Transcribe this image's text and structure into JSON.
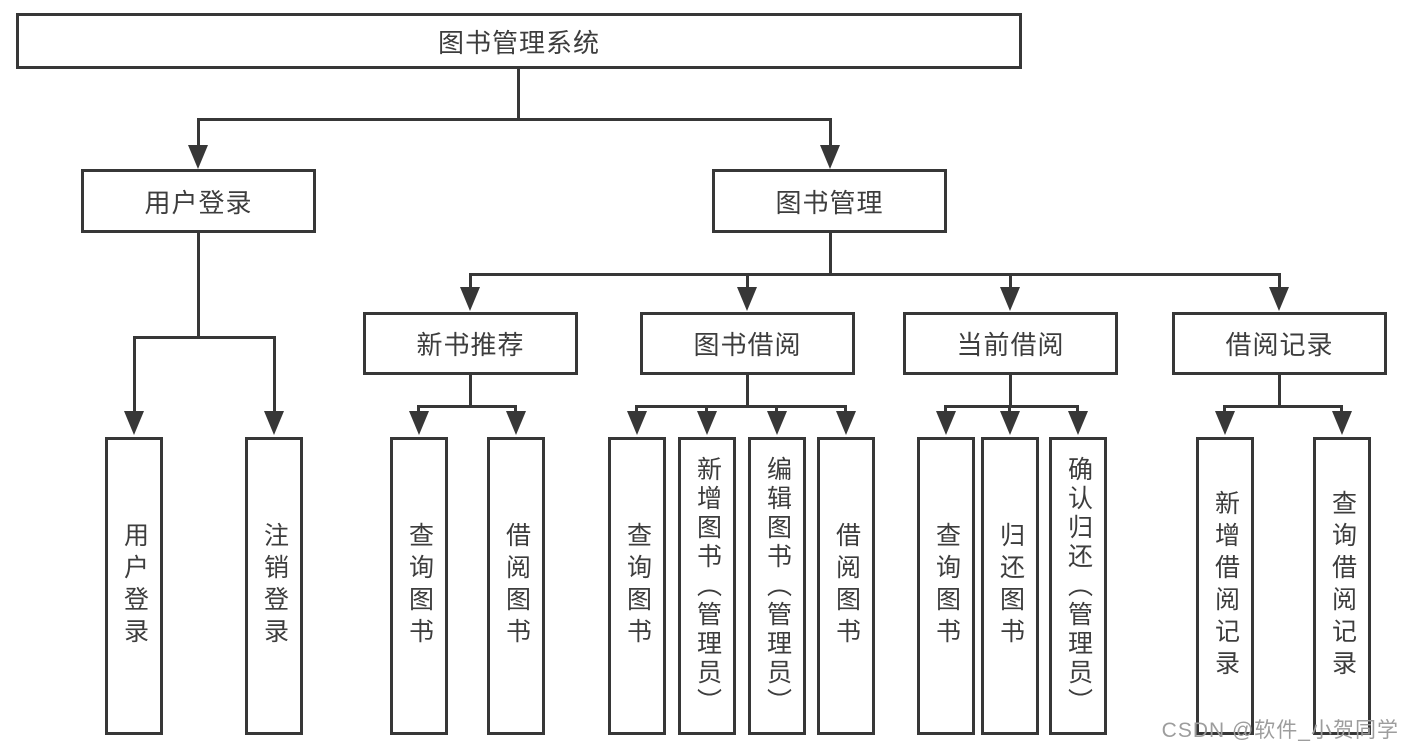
{
  "colors": {
    "line": "#373737",
    "box_border": "#373737",
    "box_fill": "#ffffff",
    "text": "#3d3d3d",
    "watermark": "#9d9d9d",
    "background": "#ffffff"
  },
  "tree": {
    "root": {
      "label": "图书管理系统"
    },
    "branches": [
      {
        "label": "用户登录",
        "children": [
          "用户登录",
          "注销登录"
        ]
      },
      {
        "label": "图书管理",
        "groups": [
          {
            "label": "新书推荐",
            "children": [
              "查询图书",
              "借阅图书"
            ]
          },
          {
            "label": "图书借阅",
            "children": [
              "查询图书",
              "新增图书（管理员）",
              "编辑图书（管理员）",
              "借阅图书"
            ]
          },
          {
            "label": "当前借阅",
            "children": [
              "查询图书",
              "归还图书",
              "确认归还（管理员）"
            ]
          },
          {
            "label": "借阅记录",
            "children": [
              "新增借阅记录",
              "查询借阅记录"
            ]
          }
        ]
      }
    ]
  },
  "watermark": "CSDN @软件_小贺同学"
}
